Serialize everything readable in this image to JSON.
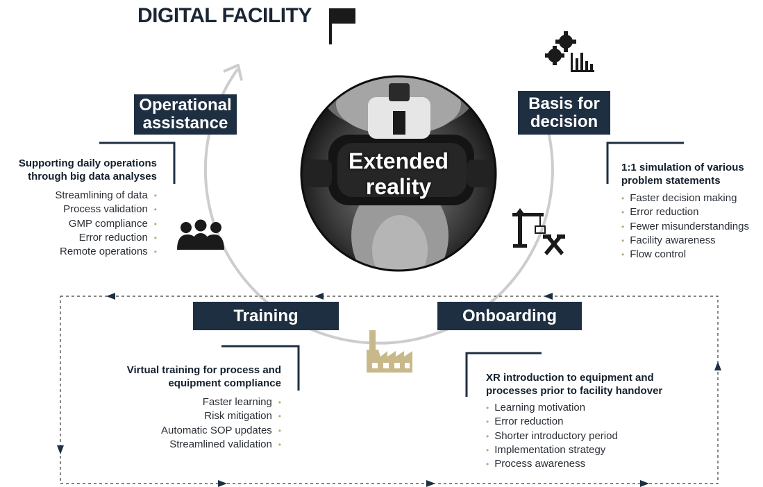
{
  "title": "DIGITAL FACILITY",
  "center": {
    "line1": "Extended",
    "line2": "reality"
  },
  "sections": {
    "operational": {
      "label": [
        "Operational",
        "assistance"
      ],
      "heading": [
        "Supporting daily operations",
        "through big data analyses"
      ],
      "items": [
        "Streamlining of data",
        "Process validation",
        "GMP compliance",
        "Error reduction",
        "Remote operations"
      ]
    },
    "basis": {
      "label": [
        "Basis for",
        "decision"
      ],
      "heading": [
        "1:1 simulation of various",
        "problem statements"
      ],
      "items": [
        "Faster decision making",
        "Error reduction",
        "Fewer misunderstandings",
        "Facility awareness",
        "Flow control"
      ]
    },
    "training": {
      "label": "Training",
      "heading": [
        "Virtual training for process and",
        "equipment compliance"
      ],
      "items": [
        "Faster learning",
        "Risk mitigation",
        "Automatic SOP updates",
        "Streamlined validation"
      ]
    },
    "onboarding": {
      "label": "Onboarding",
      "heading": [
        "XR introduction to equipment and",
        "processes prior to facility handover"
      ],
      "items": [
        "Learning motivation",
        "Error reduction",
        "Shorter introductory period",
        "Implementation strategy",
        "Process awareness"
      ]
    }
  },
  "icons": [
    "flag-icon",
    "gears-chart-icon",
    "people-group-icon",
    "crane-tools-icon",
    "factory-icon"
  ],
  "colors": {
    "navy": "#1e2f42",
    "circle": "#cccccc",
    "bullet": "#b8ab7a",
    "factory": "#c9b98a",
    "text": "#2a2f36"
  }
}
